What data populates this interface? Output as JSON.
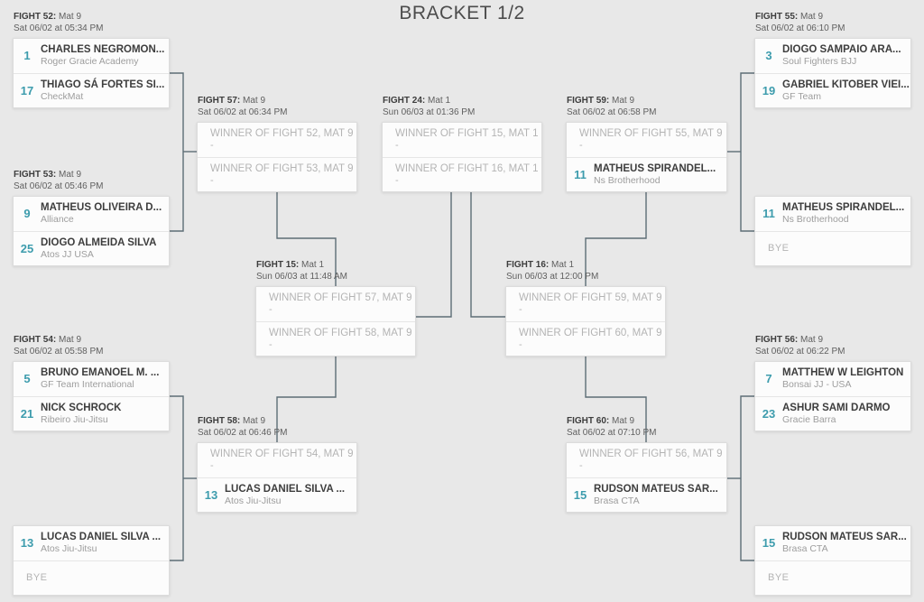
{
  "title": "BRACKET 1/2",
  "colors": {
    "seed": "#3d9cad",
    "connector": "#5d6d76",
    "background": "#e8e8e8",
    "card": "#fcfcfc"
  },
  "matches": {
    "f52": {
      "label": "FIGHT 52:",
      "mat": "Mat 9",
      "when": "Sat 06/02 at 05:34 PM",
      "s1": {
        "seed": "1",
        "name": "CHARLES NEGROMON...",
        "team": "Roger Gracie Academy"
      },
      "s2": {
        "seed": "17",
        "name": "THIAGO SÁ FORTES SI...",
        "team": "CheckMat"
      }
    },
    "f53": {
      "label": "FIGHT 53:",
      "mat": "Mat 9",
      "when": "Sat 06/02 at 05:46 PM",
      "s1": {
        "seed": "9",
        "name": "MATHEUS OLIVEIRA D...",
        "team": "Alliance"
      },
      "s2": {
        "seed": "25",
        "name": "DIOGO ALMEIDA SILVA",
        "team": "Atos JJ USA"
      }
    },
    "f54": {
      "label": "FIGHT 54:",
      "mat": "Mat 9",
      "when": "Sat 06/02 at 05:58 PM",
      "s1": {
        "seed": "5",
        "name": "BRUNO EMANOEL M. ...",
        "team": "GF Team International"
      },
      "s2": {
        "seed": "21",
        "name": "NICK SCHROCK",
        "team": "Ribeiro Jiu-Jitsu"
      }
    },
    "lbye": {
      "s1": {
        "seed": "13",
        "name": "LUCAS DANIEL SILVA ...",
        "team": "Atos Jiu-Jitsu"
      },
      "s2": {
        "bye": "BYE"
      }
    },
    "f57": {
      "label": "FIGHT 57:",
      "mat": "Mat 9",
      "when": "Sat 06/02 at 06:34 PM",
      "s1": {
        "placeholder": "WINNER OF FIGHT 52, MAT 9",
        "sub": "-"
      },
      "s2": {
        "placeholder": "WINNER OF FIGHT 53, MAT 9",
        "sub": "-"
      }
    },
    "f58": {
      "label": "FIGHT 58:",
      "mat": "Mat 9",
      "when": "Sat 06/02 at 06:46 PM",
      "s1": {
        "placeholder": "WINNER OF FIGHT 54, MAT 9",
        "sub": "-"
      },
      "s2": {
        "seed": "13",
        "name": "LUCAS DANIEL SILVA ...",
        "team": "Atos Jiu-Jitsu"
      }
    },
    "f15": {
      "label": "FIGHT 15:",
      "mat": "Mat 1",
      "when": "Sun 06/03 at 11:48 AM",
      "s1": {
        "placeholder": "WINNER OF FIGHT 57, MAT 9",
        "sub": "-"
      },
      "s2": {
        "placeholder": "WINNER OF FIGHT 58, MAT 9",
        "sub": "-"
      }
    },
    "f24": {
      "label": "FIGHT 24:",
      "mat": "Mat 1",
      "when": "Sun 06/03 at 01:36 PM",
      "s1": {
        "placeholder": "WINNER OF FIGHT 15, MAT 1",
        "sub": "-"
      },
      "s2": {
        "placeholder": "WINNER OF FIGHT 16, MAT 1",
        "sub": "-"
      }
    },
    "f16": {
      "label": "FIGHT 16:",
      "mat": "Mat 1",
      "when": "Sun 06/03 at 12:00 PM",
      "s1": {
        "placeholder": "WINNER OF FIGHT 59, MAT 9",
        "sub": "-"
      },
      "s2": {
        "placeholder": "WINNER OF FIGHT 60, MAT 9",
        "sub": "-"
      }
    },
    "f59": {
      "label": "FIGHT 59:",
      "mat": "Mat 9",
      "when": "Sat 06/02 at 06:58 PM",
      "s1": {
        "placeholder": "WINNER OF FIGHT 55, MAT 9",
        "sub": "-"
      },
      "s2": {
        "seed": "11",
        "name": "MATHEUS SPIRANDEL...",
        "team": "Ns Brotherhood"
      }
    },
    "f60": {
      "label": "FIGHT 60:",
      "mat": "Mat 9",
      "when": "Sat 06/02 at 07:10 PM",
      "s1": {
        "placeholder": "WINNER OF FIGHT 56, MAT 9",
        "sub": "-"
      },
      "s2": {
        "seed": "15",
        "name": "RUDSON MATEUS SAR...",
        "team": "Brasa CTA"
      }
    },
    "f55": {
      "label": "FIGHT 55:",
      "mat": "Mat 9",
      "when": "Sat 06/02 at 06:10 PM",
      "s1": {
        "seed": "3",
        "name": "DIOGO SAMPAIO ARA...",
        "team": "Soul Fighters BJJ"
      },
      "s2": {
        "seed": "19",
        "name": "GABRIEL KITOBER VIEI...",
        "team": "GF Team"
      }
    },
    "rbye1": {
      "s1": {
        "seed": "11",
        "name": "MATHEUS SPIRANDEL...",
        "team": "Ns Brotherhood"
      },
      "s2": {
        "bye": "BYE"
      }
    },
    "f56": {
      "label": "FIGHT 56:",
      "mat": "Mat 9",
      "when": "Sat 06/02 at 06:22 PM",
      "s1": {
        "seed": "7",
        "name": "MATTHEW W LEIGHTON",
        "team": "Bonsai JJ - USA"
      },
      "s2": {
        "seed": "23",
        "name": "ASHUR SAMI DARMO",
        "team": "Gracie Barra"
      }
    },
    "rbye2": {
      "s1": {
        "seed": "15",
        "name": "RUDSON MATEUS SAR...",
        "team": "Brasa CTA"
      },
      "s2": {
        "bye": "BYE"
      }
    }
  }
}
